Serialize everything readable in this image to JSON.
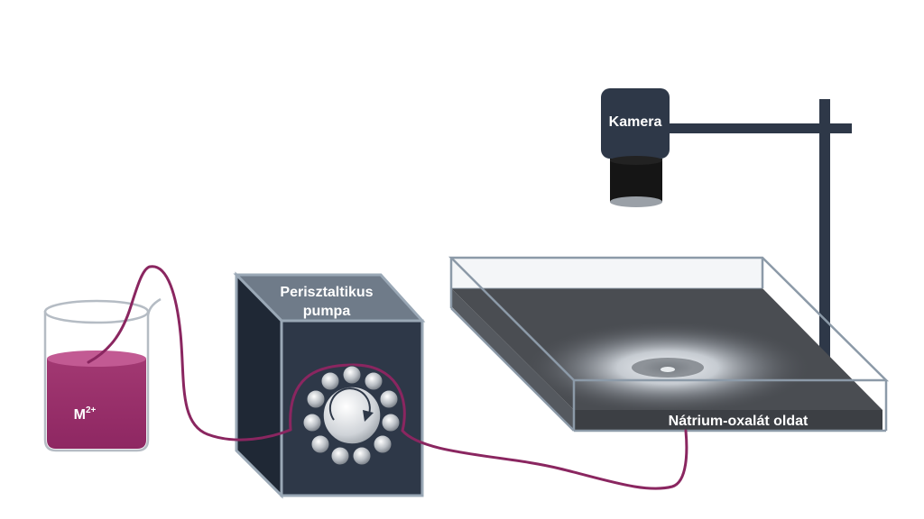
{
  "labels": {
    "camera": "Kamera",
    "pump_line1": "Perisztaltikus",
    "pump_line2": "pumpa",
    "beaker_base": "M",
    "beaker_sup": "2+",
    "tray": "Nátrium-oxalát oldat"
  },
  "colors": {
    "solution": "#9b2d6a",
    "tube": "#8a2660",
    "device": "#2e3848",
    "device_edge": "#9aa8b6",
    "tray_liquid": "#4a4d52",
    "glass_edge": "#8c9aa8"
  },
  "icons": {
    "rotor": "rotation-arrow-icon"
  }
}
